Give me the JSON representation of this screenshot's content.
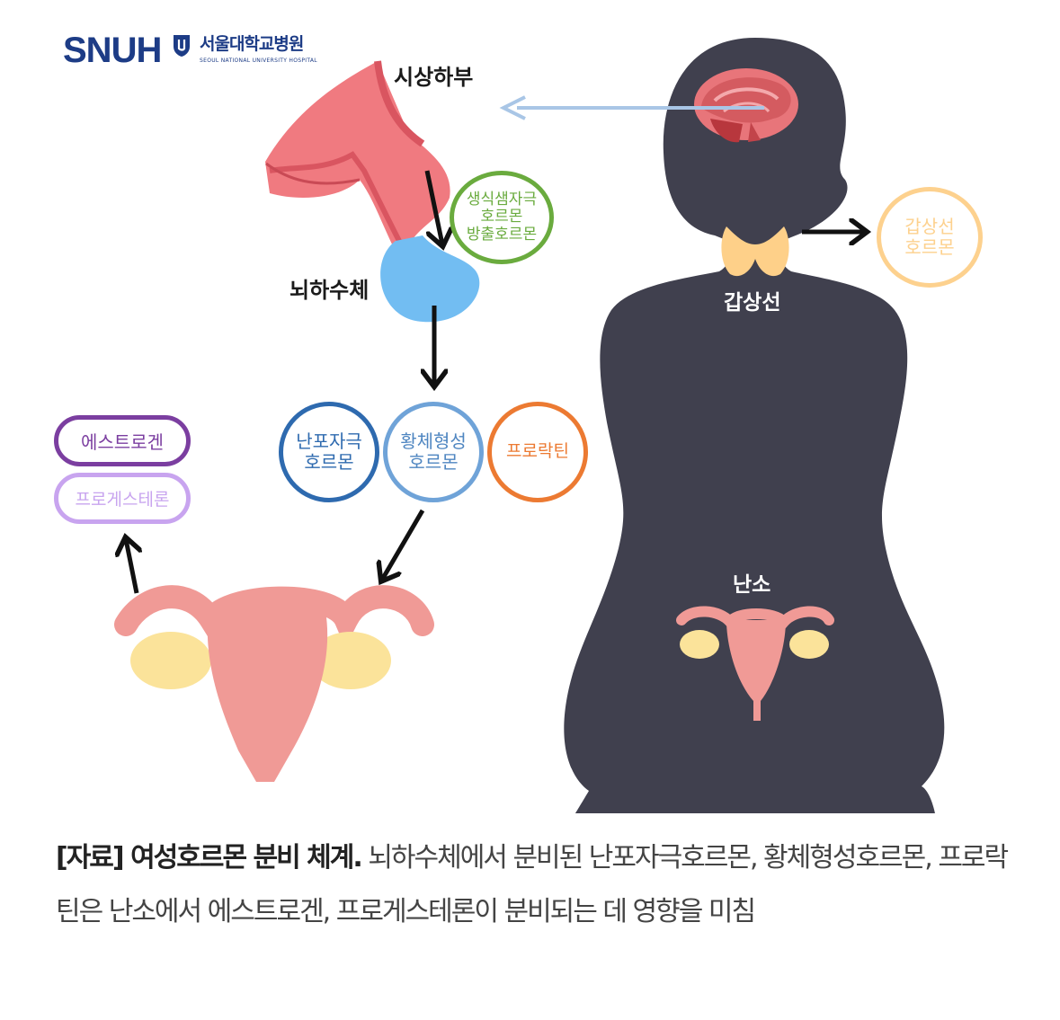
{
  "logo": {
    "brand": "SNUH",
    "korean_name": "서울대학교병원",
    "english_name": "SEOUL NATIONAL UNIVERSITY HOSPITAL"
  },
  "labels": {
    "hypothalamus": "시상하부",
    "pituitary": "뇌하수체",
    "thyroid": "갑상선",
    "ovary": "난소"
  },
  "hormones": {
    "gnrh": [
      "생식샘자극",
      "호르몬",
      "방출호르몬"
    ],
    "thyroid_hormone": [
      "갑상선",
      "호르몬"
    ],
    "fsh": [
      "난포자극",
      "호르몬"
    ],
    "lh": [
      "황체형성",
      "호르몬"
    ],
    "prolactin": "프로락틴",
    "estrogen": "에스트로겐",
    "progesterone": "프로게스테론"
  },
  "caption": {
    "title": "[자료] 여성호르몬 분비 체계.",
    "body": "뇌하수체에서 분비된 난포자극호르몬, 황체형성호르몬, 프로락틴은 난소에서 에스트로겐, 프로게스테론이 분비되는 데 영향을 미침"
  },
  "colors": {
    "silhouette": "#40404e",
    "brain": "#e06a6a",
    "hypothalamus": "#f07a80",
    "pituitary": "#72bdf2",
    "thyroid": "#fed089",
    "uterus": "#f09a96",
    "ovary_yellow": "#fbe39a",
    "gnrh": "#6aab3e",
    "thyroid_hormone": "#fdd18e",
    "fsh": "#2e6aaf",
    "lh": "#6fa3d8",
    "prolactin": "#ec7a32",
    "estrogen": "#7b3ea0",
    "progesterone": "#c8a4ef",
    "logo": "#1d3c86"
  }
}
